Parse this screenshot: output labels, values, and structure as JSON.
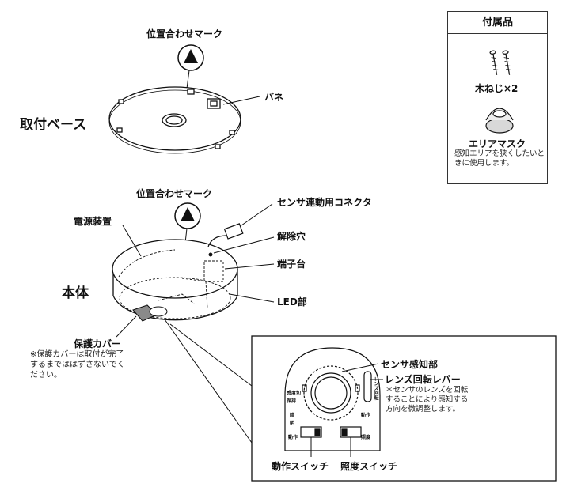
{
  "labels": {
    "align_mark_top": "位置合わせマーク",
    "spring": "バネ",
    "mount_base": "取付ベース",
    "align_mark_body": "位置合わせマーク",
    "sensor_connector": "センサ連動用コネクタ",
    "power_unit": "電源装置",
    "release_hole": "解除穴",
    "terminal_block": "端子台",
    "body": "本体",
    "led_part": "LED部",
    "protective_cover": "保護カバー",
    "protective_cover_note": "※保護カバーは取付が完了するまでははずさないでください。"
  },
  "accessories": {
    "title": "付属品",
    "screws_label": "木ねじ×2",
    "area_mask_label": "エリアマスク",
    "area_mask_note": "感知エリアを狭くしたいときに使用します。"
  },
  "detail": {
    "sensor_label": "センサ感知部",
    "lens_lever_label": "レンズ回転レバー",
    "lens_lever_note": "＊センサのレンズを回転することにより感知する方向を微調整します。",
    "motion_switch_label": "動作スイッチ",
    "light_switch_label": "照度スイッチ",
    "tiny_left": [
      "感度切",
      "保持",
      "動作",
      "暗",
      "明"
    ],
    "tiny_right": [
      "動作",
      "照度"
    ],
    "lever_tiny": "レンズ回転"
  }
}
